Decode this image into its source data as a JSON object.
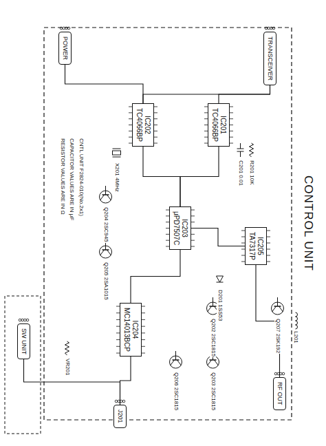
{
  "diagram": {
    "title": "CONTROL UNIT",
    "nodes": [
      {
        "text": [
          "TRANSCEIVER"
        ]
      },
      {
        "text": [
          "POWER"
        ]
      },
      {
        "text": [
          "RF OUT"
        ]
      },
      {
        "text": [
          "IC201",
          "TC4066BP"
        ]
      },
      {
        "text": [
          "IC202",
          "TC4066BP"
        ]
      },
      {
        "text": [
          "IC203",
          "μPD7507C"
        ]
      },
      {
        "text": [
          "IC204",
          "MC14013BCP"
        ]
      },
      {
        "text": [
          "IC205",
          "TA7317P"
        ]
      },
      {
        "text": [
          "J201"
        ]
      },
      {
        "text": [
          "SW UNIT"
        ]
      }
    ],
    "edges": [
      {
        "from": 0,
        "to": 3,
        "arrow": "none"
      },
      {
        "from": 0,
        "to": 4,
        "arrow": "none"
      },
      {
        "from": 1,
        "to": 4,
        "arrow": "none"
      },
      {
        "from": 3,
        "to": 5,
        "arrow": "none"
      },
      {
        "from": 4,
        "to": 5,
        "arrow": "none"
      },
      {
        "from": 5,
        "to": 7,
        "arrow": "none"
      },
      {
        "from": 5,
        "to": 6,
        "arrow": "none"
      },
      {
        "from": 7,
        "to": 2,
        "arrow": "none"
      },
      {
        "from": 6,
        "to": 8,
        "arrow": "none"
      },
      {
        "from": 8,
        "to": 9,
        "arrow": "none"
      }
    ],
    "labels": [
      "CNTL UNIT F2824-010(No.2x1)",
      "CAPACITOR VALUES ARE IN μF",
      "RESISTOR VALUES ARE IN Ω",
      "Q202 2SC1815",
      "Q203 2SC1815",
      "Q204 2SC945",
      "Q205 2SA1015",
      "Q206 2SC1815",
      "Q207 2SK192",
      "X201 4MHz",
      "R201 10K",
      "C201 0.01",
      "D201 1SS53",
      "VR201",
      "L201"
    ]
  }
}
